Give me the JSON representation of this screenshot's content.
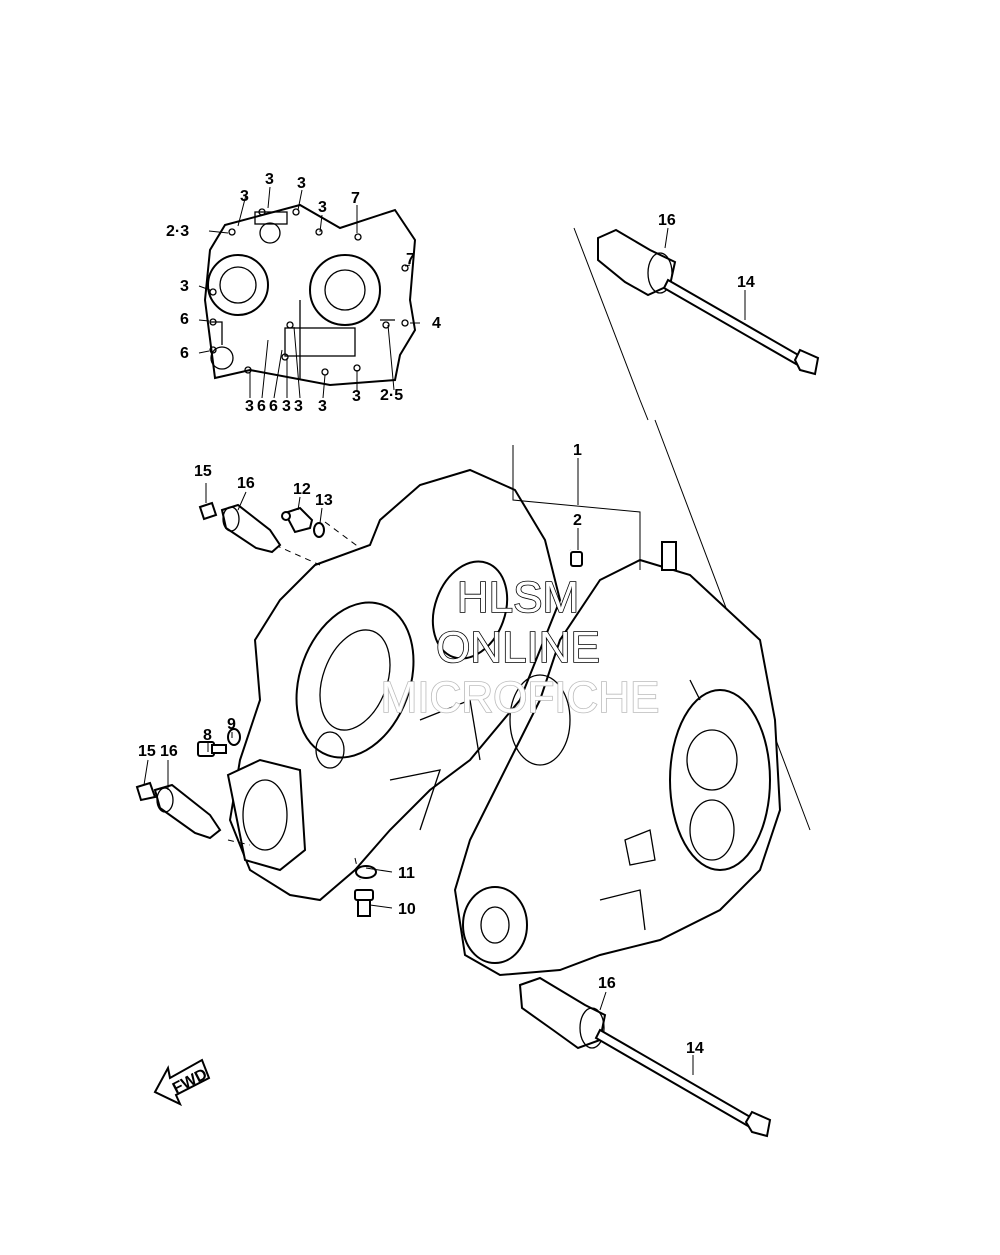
{
  "watermark": [
    "HLSM",
    "ONLINE",
    "MICROFICHE"
  ],
  "fwd_label": "FWD",
  "inset_callouts": {
    "top": [
      "3",
      "3",
      "3",
      "3",
      "7"
    ],
    "left": [
      "2·3",
      "3",
      "6",
      "6"
    ],
    "right": [
      "7",
      "4"
    ],
    "bottom": [
      "3",
      "6",
      "6",
      "3",
      "3",
      "3",
      "3",
      "2·5"
    ]
  },
  "main_callouts": {
    "p1": "1",
    "p2": "2",
    "p8": "8",
    "p9": "9",
    "p10": "10",
    "p11": "11",
    "p12": "12",
    "p13": "13",
    "p14a": "14",
    "p14b": "14",
    "p15a": "15",
    "p15b": "15",
    "p16a": "16",
    "p16b": "16",
    "p16c": "16",
    "p16d": "16"
  }
}
